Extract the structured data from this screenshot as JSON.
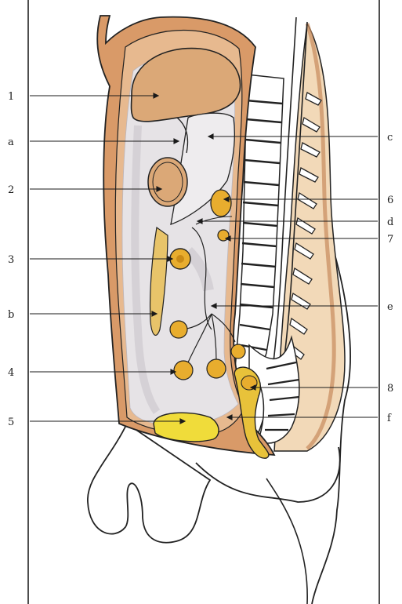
{
  "labels_left": [
    "1",
    "a",
    "2",
    "3",
    "b",
    "4",
    "5"
  ],
  "labels_right": [
    "c",
    "6",
    "d",
    "7",
    "e",
    "8",
    "f"
  ],
  "colors": {
    "skin": "#d99a68",
    "skin_light": "#f0cfa8",
    "cavity": "#e6e3e6",
    "organ": "#dba877",
    "node": "#e8ad2e",
    "yellow": "#f0dc3a",
    "line": "#1a1a1a"
  }
}
